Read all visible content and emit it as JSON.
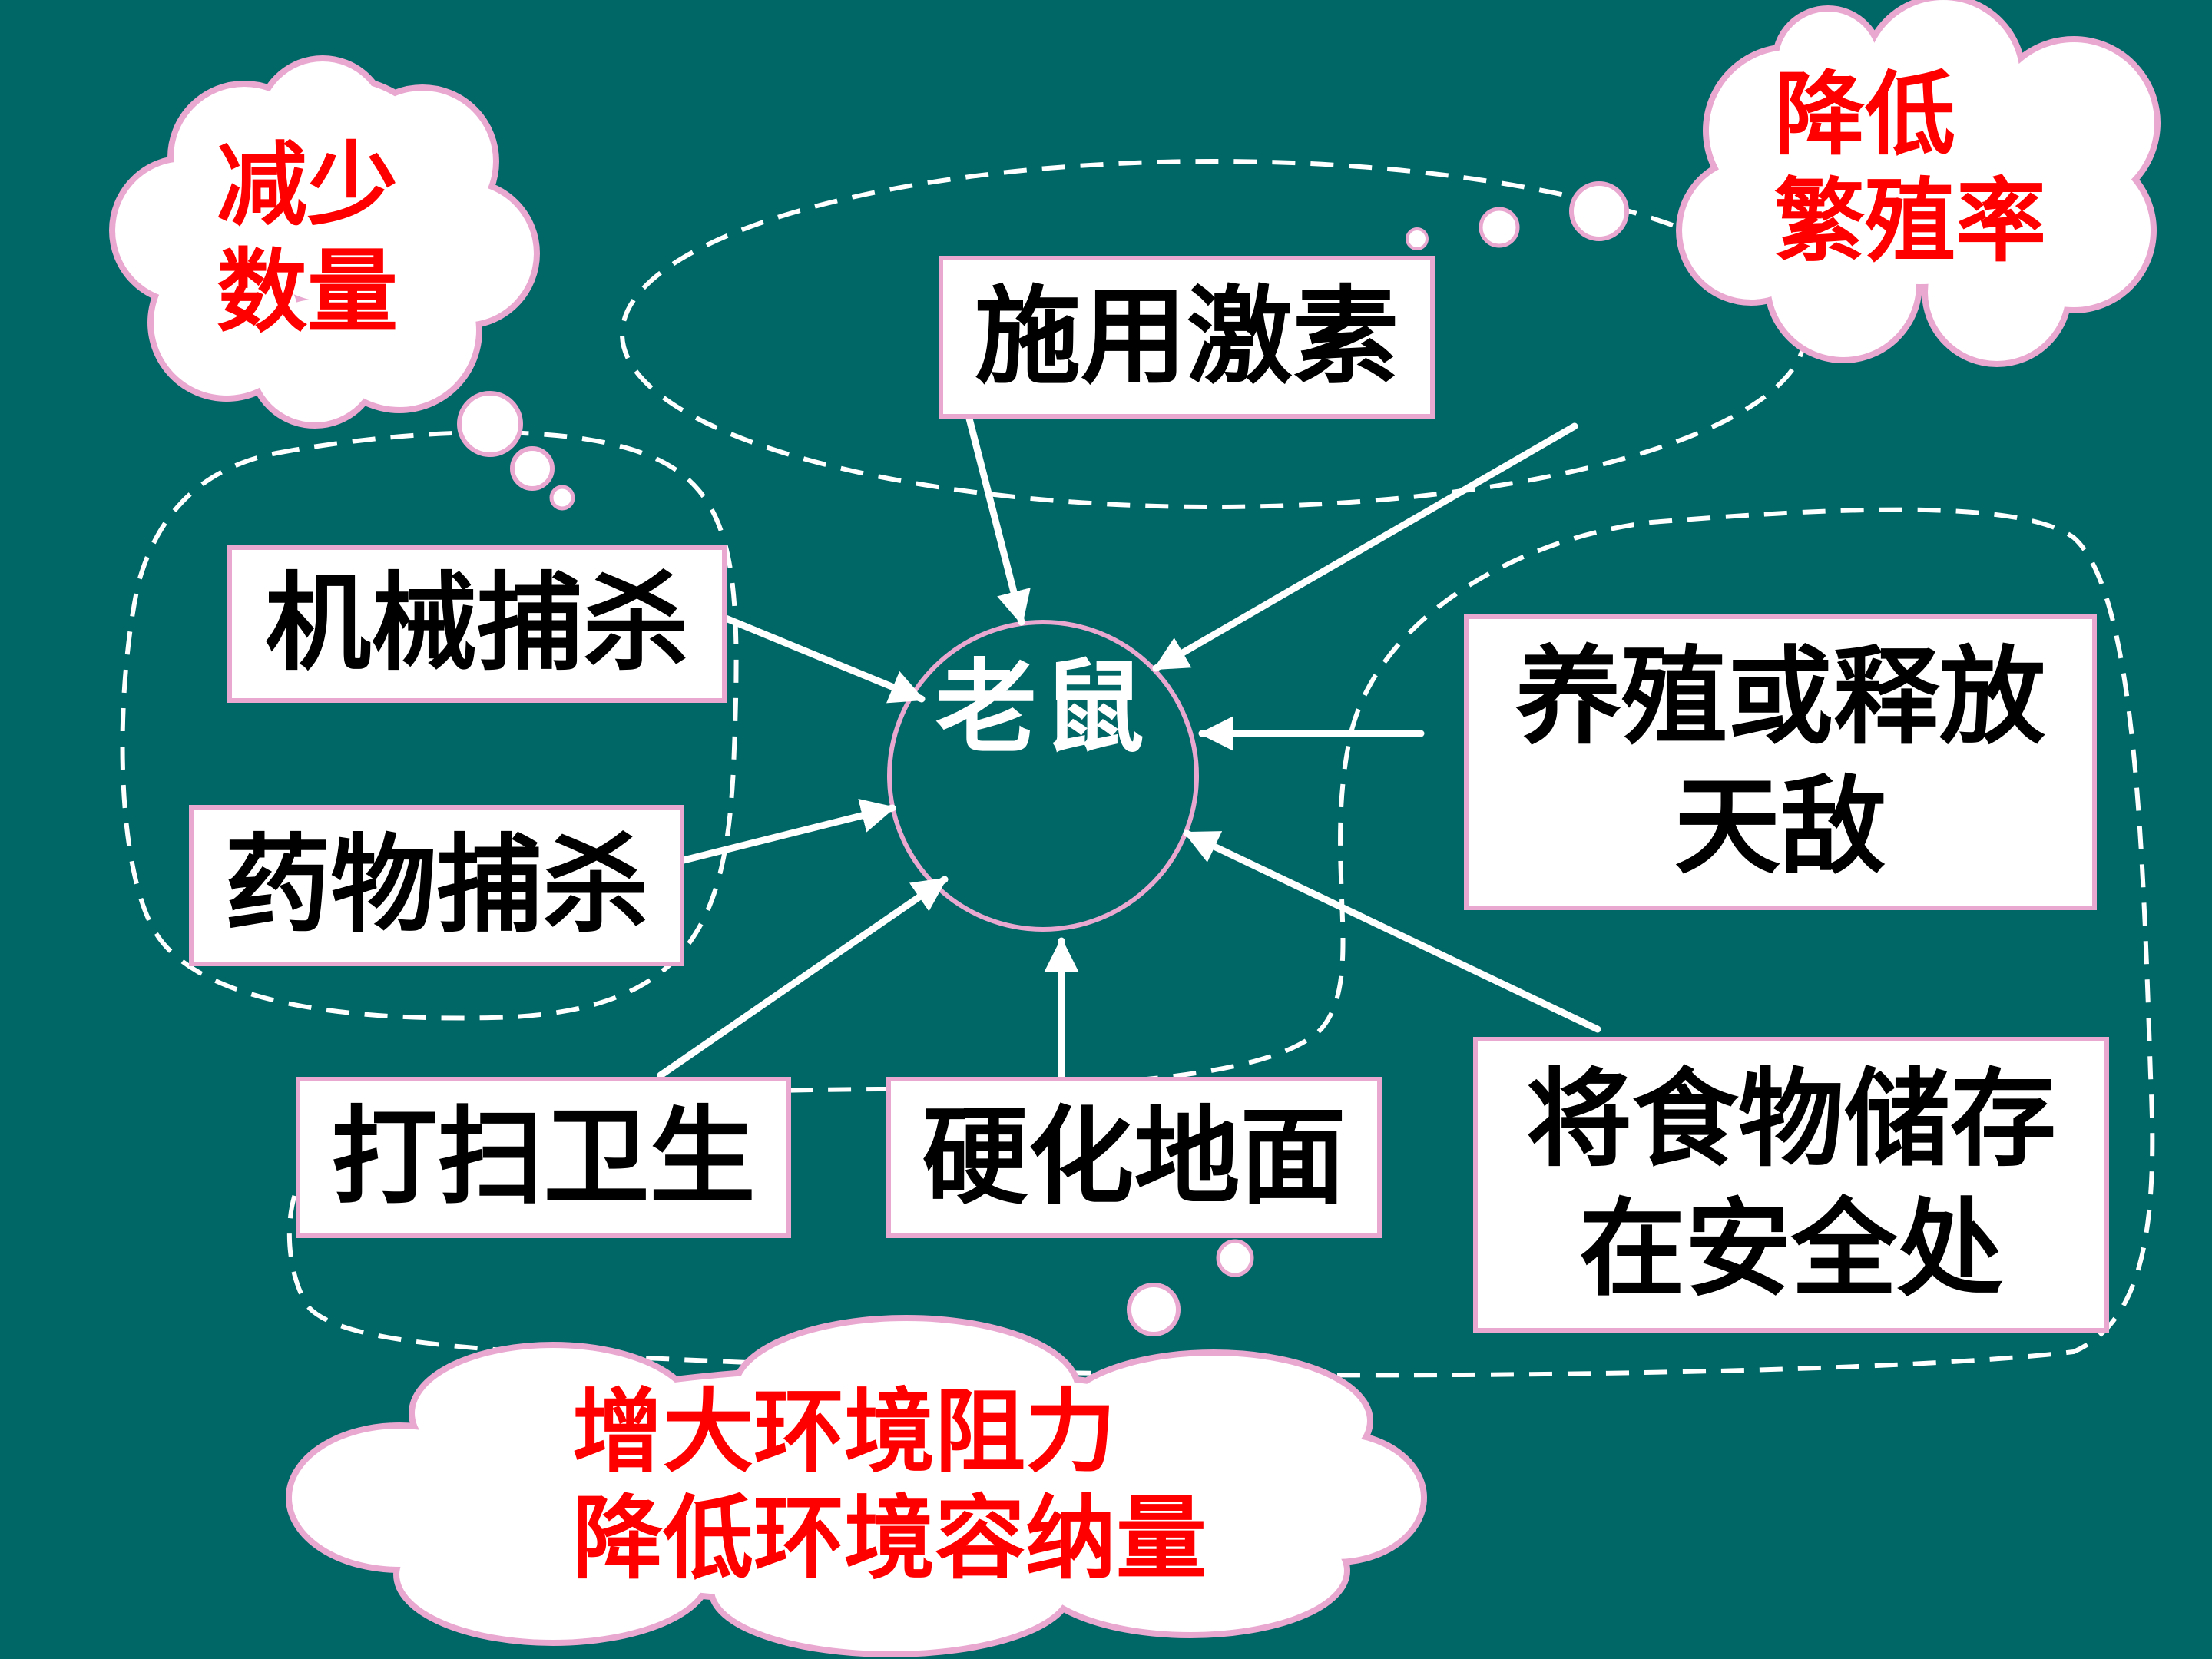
{
  "center": {
    "label": "老鼠"
  },
  "boxes": {
    "hormone": "施用激素",
    "mechanical": "机械捕杀",
    "drug": "药物捕杀",
    "enemy": {
      "line1": "养殖或释放",
      "line2": "天敌"
    },
    "clean": "打扫卫生",
    "harden": "硬化地面",
    "store": {
      "line1": "将食物储存",
      "line2": "在安全处"
    }
  },
  "clouds": {
    "reduce": {
      "line1": "减少",
      "line2": "数量"
    },
    "birth": {
      "line1": "降低",
      "line2": "繁殖率"
    },
    "env": {
      "line1": "增大环境阻力",
      "line2": "降低环境容纳量"
    }
  },
  "colors": {
    "background": "#006666",
    "cloud_fill": "#ffffff",
    "cloud_border": "#e8a8d0",
    "cloud_text": "#ff0000",
    "arrow": "#ffffff",
    "dashed": "#ffffff"
  }
}
